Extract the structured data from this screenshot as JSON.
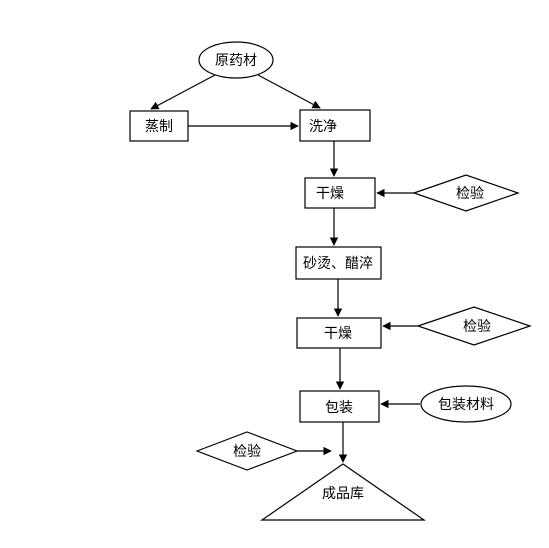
{
  "flowchart": {
    "nodes": {
      "raw_material": "原药材",
      "steaming": "蒸制",
      "washing": "洗净",
      "drying_1": "干燥",
      "inspection_1": "检验",
      "sand_vinegar": "砂烫、醋淬",
      "drying_2": "干燥",
      "inspection_2": "检验",
      "packing": "包装",
      "packing_material": "包装材料",
      "inspection_3": "检验",
      "warehouse": "成品库"
    }
  }
}
